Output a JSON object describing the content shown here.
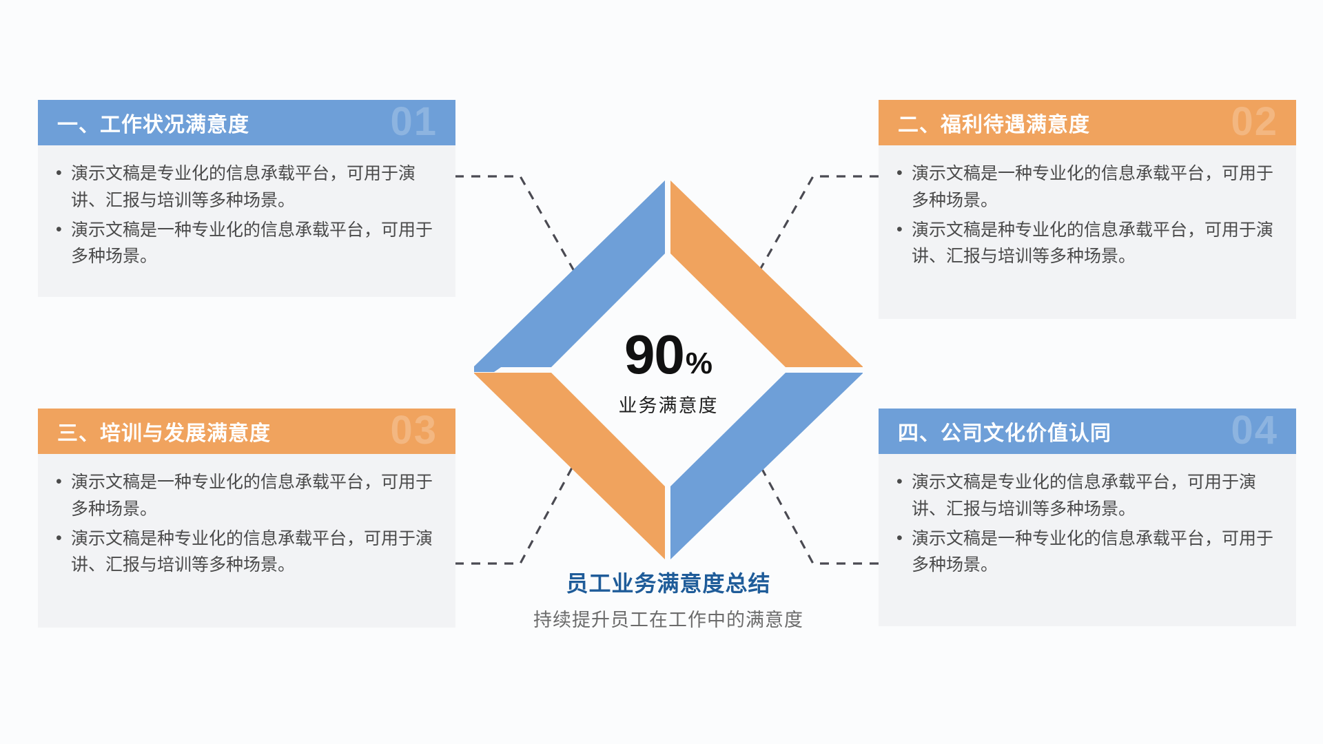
{
  "theme": {
    "background": "#fbfcfd",
    "blue": "#6e9fd8",
    "orange": "#f0a35e",
    "panel_body": "#f2f3f5",
    "caption_blue": "#1f5c99",
    "dash": "#4a4a52",
    "text": "#4a4a4a"
  },
  "panels": [
    {
      "number": "01",
      "title": "一、工作状况满意度",
      "accent": "blue",
      "bullets": [
        "演示文稿是专业化的信息承载平台，可用于演讲、汇报与培训等多种场景。",
        "演示文稿是一种专业化的信息承载平台，可用于多种场景。"
      ]
    },
    {
      "number": "02",
      "title": "二、福利待遇满意度",
      "accent": "orange",
      "bullets": [
        "演示文稿是一种专业化的信息承载平台，可用于多种场景。",
        "演示文稿是种专业化的信息承载平台，可用于演讲、汇报与培训等多种场景。"
      ]
    },
    {
      "number": "03",
      "title": "三、培训与发展满意度",
      "accent": "orange",
      "bullets": [
        "演示文稿是一种专业化的信息承载平台，可用于多种场景。",
        "演示文稿是种专业化的信息承载平台，可用于演讲、汇报与培训等多种场景。"
      ]
    },
    {
      "number": "04",
      "title": "四、公司文化价值认同",
      "accent": "blue",
      "bullets": [
        "演示文稿是专业化的信息承载平台，可用于演讲、汇报与培训等多种场景。",
        "演示文稿是一种专业化的信息承载平台，可用于多种场景。"
      ]
    }
  ],
  "center": {
    "value": "90",
    "unit": "%",
    "label": "业务满意度"
  },
  "caption": {
    "title": "员工业务满意度总结",
    "subtitle": "持续提升员工在工作中的满意度"
  },
  "chart_data": {
    "type": "pie",
    "title": "员工业务满意度总结",
    "subtitle": "持续提升员工在工作中的满意度",
    "categories": [
      "一、工作状况满意度",
      "二、福利待遇满意度",
      "三、培训与发展满意度",
      "四、公司文化价值认同"
    ],
    "center_value": 90,
    "center_unit": "%",
    "center_label": "业务满意度",
    "segment_colors": [
      "#6e9fd8",
      "#f0a35e",
      "#f0a35e",
      "#6e9fd8"
    ],
    "legend": "none"
  }
}
